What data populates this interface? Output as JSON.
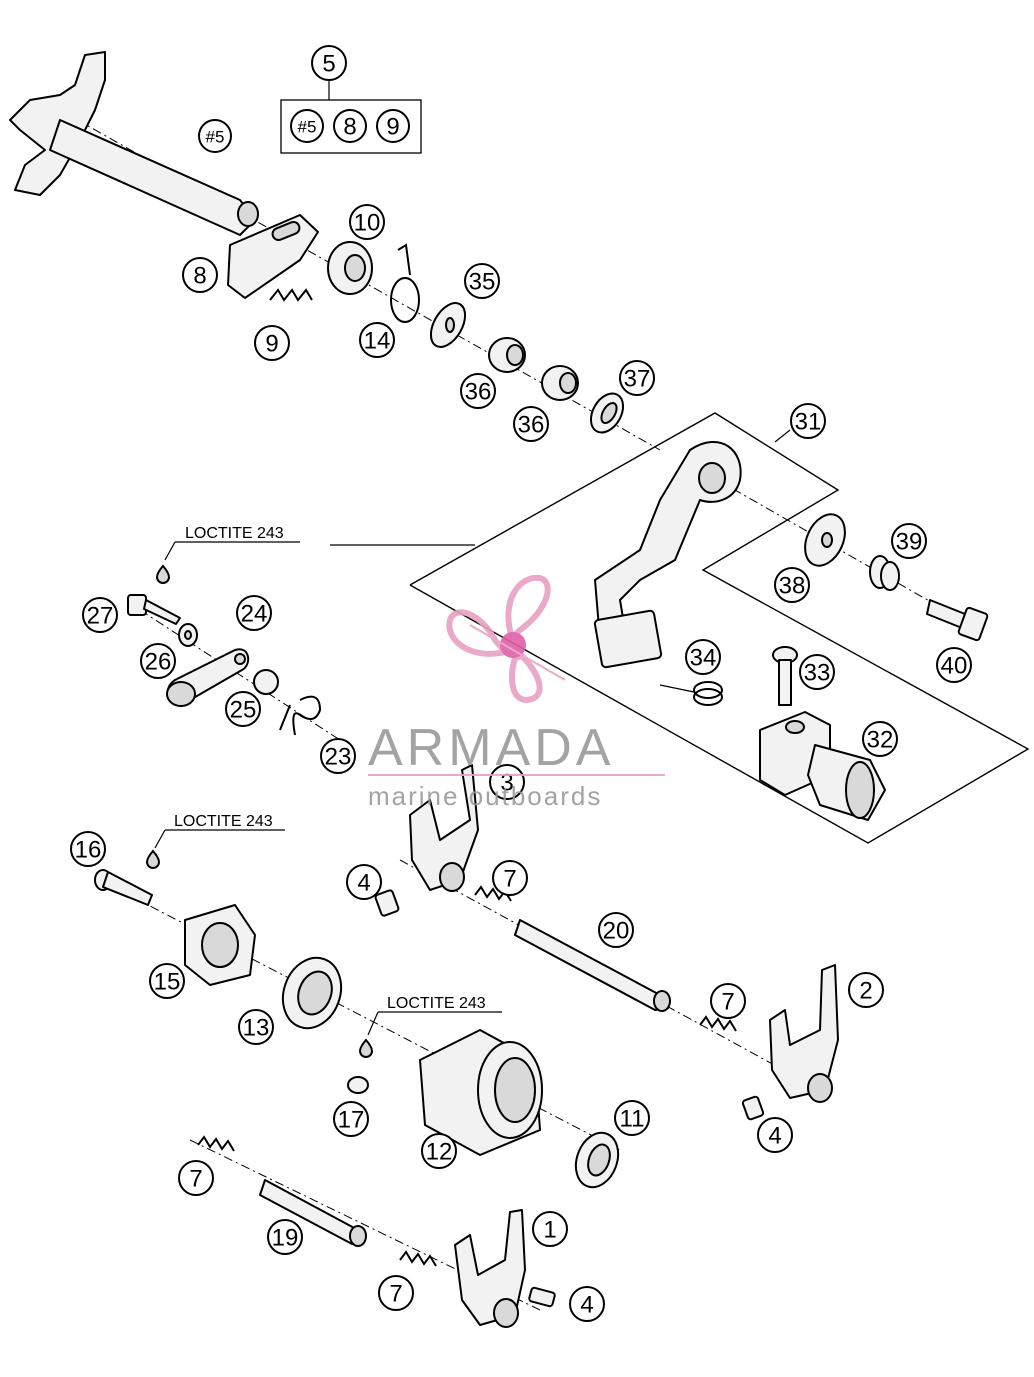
{
  "watermark": {
    "brand": "ARMADA",
    "tagline": "marine outboards",
    "colors": {
      "logo": "#e8a0c4",
      "logo_center": "#e060a8",
      "text": "#9a9a9a"
    }
  },
  "notes": {
    "loctite_1": "LOCTITE 243",
    "loctite_2": "LOCTITE 243",
    "loctite_3": "LOCTITE 243"
  },
  "kit": {
    "label": "5",
    "contents": [
      "#5",
      "8",
      "9"
    ]
  },
  "callouts": {
    "shaft": "#5",
    "c1": "1",
    "c2": "2",
    "c3": "3",
    "c4a": "4",
    "c4b": "4",
    "c4c": "4",
    "c7a": "7",
    "c7b": "7",
    "c7c": "7",
    "c7d": "7",
    "c8": "8",
    "c9": "9",
    "c10": "10",
    "c11": "11",
    "c12": "12",
    "c13": "13",
    "c14": "14",
    "c15": "15",
    "c16": "16",
    "c17": "17",
    "c19": "19",
    "c20": "20",
    "c23": "23",
    "c24": "24",
    "c25": "25",
    "c26": "26",
    "c27": "27",
    "c31": "31",
    "c32": "32",
    "c33": "33",
    "c34": "34",
    "c35": "35",
    "c36a": "36",
    "c36b": "36",
    "c37": "37",
    "c38": "38",
    "c39": "39",
    "c40": "40"
  }
}
